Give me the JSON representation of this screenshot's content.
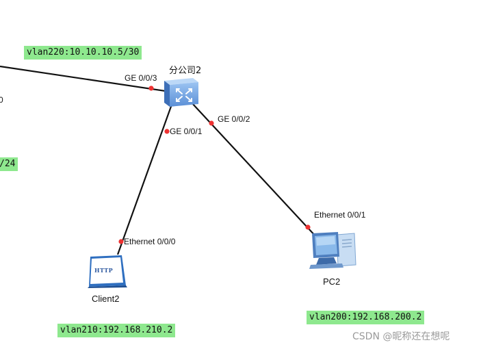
{
  "topology": {
    "switch_name": "分公司2",
    "client_name": "Client2",
    "pc_name": "PC2",
    "client_badge": "HTTP",
    "ports": {
      "uplink": "GE 0/0/3",
      "to_client": "GE 0/0/1",
      "to_pc": "GE 0/0/2",
      "client_if": "Ethernet 0/0/0",
      "pc_if": "Ethernet 0/0/1"
    },
    "vlans": {
      "uplink": "vlan220:10.10.10.5/30",
      "left_partial": "/24",
      "client": "vlan210:192.168.210.2",
      "pc": "vlan200:192.168.200.2"
    },
    "left_partial_port": "0"
  },
  "watermark": "CSDN @昵称还在想呢",
  "colors": {
    "link": "#111111",
    "port_dot": "#ee3333",
    "vlan_bg": "#8ee88e",
    "switch_blue": "#5b8fd6"
  }
}
